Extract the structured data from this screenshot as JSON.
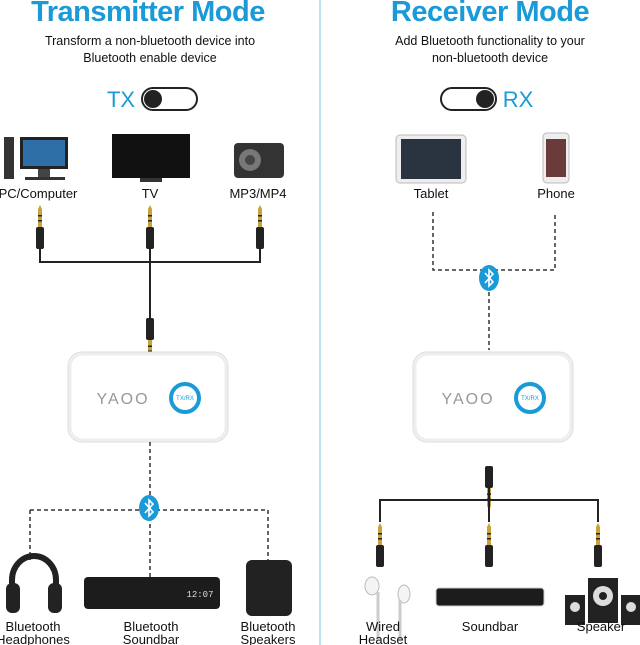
{
  "colors": {
    "accent": "#1a9ad6",
    "divider": "#bfe0f0",
    "cable": "#222222",
    "jack": "#c9a23a"
  },
  "transmitter": {
    "title": "Transmitter Mode",
    "subtitle_line1": "Transform a non-bluetooth device into",
    "subtitle_line2": "Bluetooth enable device",
    "mode_label": "TX",
    "toggle_state": "left",
    "sources": [
      {
        "label": "PC/Computer",
        "icon": "desktop-computer-icon"
      },
      {
        "label": "TV",
        "icon": "tv-icon"
      },
      {
        "label": "MP3/MP4",
        "icon": "mp3-player-icon"
      }
    ],
    "outputs": [
      {
        "line1": "Bluetooth",
        "line2": "Headphones",
        "icon": "headphones-icon"
      },
      {
        "line1": "Bluetooth",
        "line2": "Soundbar",
        "icon": "soundbar-icon"
      },
      {
        "line1": "Bluetooth",
        "line2": "Speakers",
        "icon": "speaker-icon"
      }
    ],
    "soundbar_display": "12:07"
  },
  "receiver": {
    "title": "Receiver Mode",
    "subtitle_line1": "Add Bluetooth functionality to your",
    "subtitle_line2": "non-bluetooth device",
    "mode_label": "RX",
    "toggle_state": "right",
    "sources": [
      {
        "label": "Tablet",
        "icon": "tablet-icon"
      },
      {
        "label": "Phone",
        "icon": "phone-icon"
      }
    ],
    "outputs": [
      {
        "line1": "Wired",
        "line2": "Headset",
        "icon": "earphones-icon"
      },
      {
        "line1": "Soundbar",
        "line2": "",
        "icon": "soundbar-icon"
      },
      {
        "line1": "Speaker",
        "line2": "",
        "icon": "speaker-system-icon"
      }
    ]
  },
  "device": {
    "logo": "YAOO",
    "button_label": "TX/RX"
  }
}
